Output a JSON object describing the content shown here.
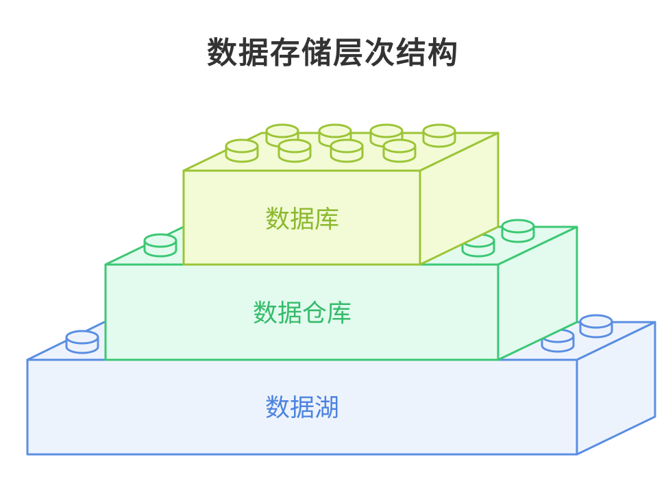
{
  "title": "数据存储层次结构",
  "layers": {
    "top": {
      "label": "数据库",
      "fill": "#f2fbd6",
      "stroke": "#9cc436",
      "text": "#8cb82e"
    },
    "middle": {
      "label": "数据仓库",
      "fill": "#e2fbee",
      "stroke": "#3cc774",
      "text": "#36bb6b"
    },
    "bottom": {
      "label": "数据湖",
      "fill": "#edf3fd",
      "stroke": "#5a8ee2",
      "text": "#4c83df"
    }
  }
}
